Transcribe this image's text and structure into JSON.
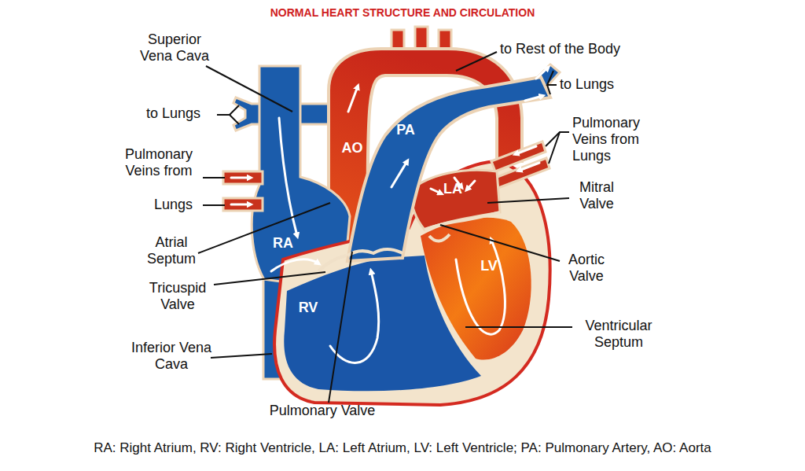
{
  "diagram": {
    "title": "NORMAL HEART STRUCTURE AND CIRCULATION",
    "caption": "RA: Right Atrium, RV: Right Ventricle, LA: Left Atrium, LV: Left Ventricle; PA: Pulmonary Artery, AO: Aorta",
    "labels": [
      "Superior Vena Cava",
      "to Lungs",
      "Pulmonary Veins from",
      "Lungs",
      "Atrial Septum",
      "RA",
      "Tricuspid Valve",
      "Inferior Vena Cava",
      "Pulmonary Valve",
      "RV",
      "AO",
      "PA",
      "LA",
      "LV",
      "to Rest of the Body",
      "to Lungs",
      "Pulmonary Veins from Lungs",
      "Mitral Valve",
      "Aortic Valve",
      "Ventricular Septum"
    ]
  }
}
